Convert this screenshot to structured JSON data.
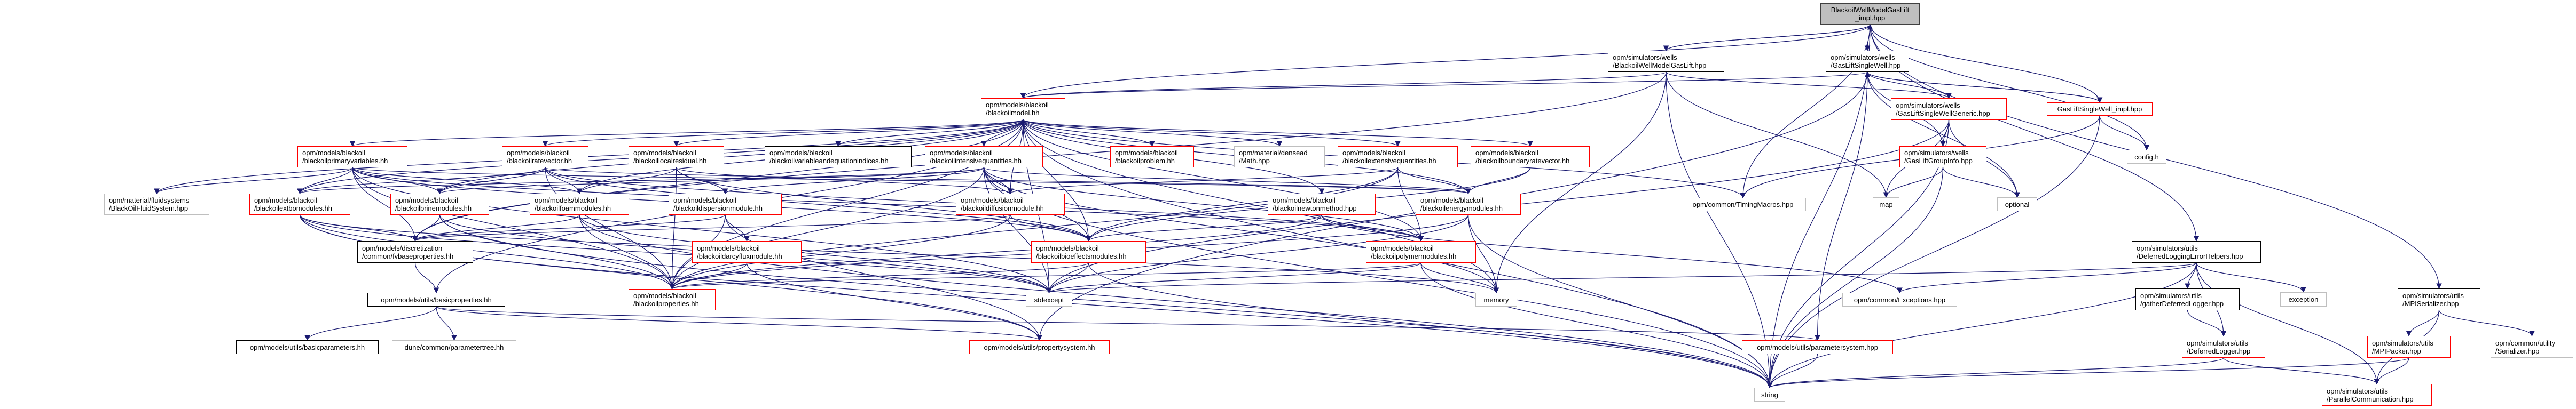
{
  "colors": {
    "edge": "#191970",
    "root_fill": "#bfbfbf",
    "red_border": "#ff0000",
    "black_border": "#000000",
    "gray_border": "#bfbfbf"
  },
  "nodes": [
    {
      "id": "root",
      "kind": "root",
      "label": [
        "BlackoilWellModelGasLift",
        "_impl.hpp"
      ]
    },
    {
      "id": "bwmgl",
      "kind": "black",
      "label": [
        "opm/simulators/wells",
        "/BlackoilWellModelGasLift.hpp"
      ]
    },
    {
      "id": "glsw",
      "kind": "black",
      "label": [
        "opm/simulators/wells",
        "/GasLiftSingleWell.hpp"
      ]
    },
    {
      "id": "blackoilmodel",
      "kind": "red",
      "label": [
        "opm/models/blackoil",
        "/blackoilmodel.hh"
      ]
    },
    {
      "id": "glswg",
      "kind": "red",
      "label": [
        "opm/simulators/wells",
        "/GasLiftSingleWellGeneric.hpp"
      ]
    },
    {
      "id": "glswimpl",
      "kind": "red",
      "label": [
        "GasLiftSingleWell_impl.hpp"
      ]
    },
    {
      "id": "primvars",
      "kind": "red",
      "label": [
        "opm/models/blackoil",
        "/blackoilprimaryvariables.hh"
      ]
    },
    {
      "id": "ratevec",
      "kind": "red",
      "label": [
        "opm/models/blackoil",
        "/blackoilratevector.hh"
      ]
    },
    {
      "id": "localres",
      "kind": "red",
      "label": [
        "opm/models/blackoil",
        "/blackoillocalresidual.hh"
      ]
    },
    {
      "id": "varidx",
      "kind": "black",
      "label": [
        "opm/models/blackoil",
        "/blackoilvariableandequationindices.hh"
      ]
    },
    {
      "id": "intquant",
      "kind": "red",
      "label": [
        "opm/models/blackoil",
        "/blackoilintensivequantities.hh"
      ]
    },
    {
      "id": "problem",
      "kind": "red",
      "label": [
        "opm/models/blackoil",
        "/blackoilproblem.hh"
      ]
    },
    {
      "id": "densead",
      "kind": "gray",
      "label": [
        "opm/material/densead",
        "/Math.hpp"
      ]
    },
    {
      "id": "extquant",
      "kind": "red",
      "label": [
        "opm/models/blackoil",
        "/blackoilextensivequantities.hh"
      ]
    },
    {
      "id": "bndrate",
      "kind": "red",
      "label": [
        "opm/models/blackoil",
        "/blackoilboundaryratevector.hh"
      ]
    },
    {
      "id": "glgi",
      "kind": "red",
      "label": [
        "opm/simulators/wells",
        "/GasLiftGroupInfo.hpp"
      ]
    },
    {
      "id": "config",
      "kind": "gray",
      "label": [
        "config.h"
      ]
    },
    {
      "id": "fluidsys",
      "kind": "gray",
      "label": [
        "opm/material/fluidsystems",
        "/BlackOilFluidSystem.hpp"
      ]
    },
    {
      "id": "extbo",
      "kind": "red",
      "label": [
        "opm/models/blackoil",
        "/blackoilextbomodules.hh"
      ]
    },
    {
      "id": "brine",
      "kind": "red",
      "label": [
        "opm/models/blackoil",
        "/blackoilbrinemodules.hh"
      ]
    },
    {
      "id": "foam",
      "kind": "red",
      "label": [
        "opm/models/blackoil",
        "/blackoilfoammodules.hh"
      ]
    },
    {
      "id": "dispersion",
      "kind": "red",
      "label": [
        "opm/models/blackoil",
        "/blackoildispersionmodule.hh"
      ]
    },
    {
      "id": "diffusion",
      "kind": "red",
      "label": [
        "opm/models/blackoil",
        "/blackoildiffusionmodule.hh"
      ]
    },
    {
      "id": "newton",
      "kind": "red",
      "label": [
        "opm/models/blackoil",
        "/blackoilnewtonmethod.hpp"
      ]
    },
    {
      "id": "energy",
      "kind": "red",
      "label": [
        "opm/models/blackoil",
        "/blackoilenergymodules.hh"
      ]
    },
    {
      "id": "timing",
      "kind": "gray",
      "label": [
        "opm/common/TimingMacros.hpp"
      ]
    },
    {
      "id": "map",
      "kind": "gray",
      "label": [
        "map"
      ]
    },
    {
      "id": "optional",
      "kind": "gray",
      "label": [
        "optional"
      ]
    },
    {
      "id": "fvbase",
      "kind": "black",
      "label": [
        "opm/models/discretization",
        "/common/fvbaseproperties.hh"
      ]
    },
    {
      "id": "darcy",
      "kind": "red",
      "label": [
        "opm/models/blackoil",
        "/blackoildarcyfluxmodule.hh"
      ]
    },
    {
      "id": "bioeff",
      "kind": "red",
      "label": [
        "opm/models/blackoil",
        "/blackoilbioeffectsmodules.hh"
      ]
    },
    {
      "id": "polymer",
      "kind": "red",
      "label": [
        "opm/models/blackoil",
        "/blackoilpolymermodules.hh"
      ]
    },
    {
      "id": "dleh",
      "kind": "black",
      "label": [
        "opm/simulators/utils",
        "/DeferredLoggingErrorHelpers.hpp"
      ]
    },
    {
      "id": "blackoilprops",
      "kind": "red",
      "label": [
        "opm/models/blackoil",
        "/blackoilproperties.hh"
      ]
    },
    {
      "id": "stdexcept",
      "kind": "gray",
      "label": [
        "stdexcept"
      ]
    },
    {
      "id": "memory",
      "kind": "gray",
      "label": [
        "memory"
      ]
    },
    {
      "id": "exceptions",
      "kind": "gray",
      "label": [
        "opm/common/Exceptions.hpp"
      ]
    },
    {
      "id": "basicprops",
      "kind": "black",
      "label": [
        "opm/models/utils/basicproperties.hh"
      ]
    },
    {
      "id": "gatherdl",
      "kind": "black",
      "label": [
        "opm/simulators/utils",
        "/gatherDeferredLogger.hpp"
      ]
    },
    {
      "id": "exception",
      "kind": "gray",
      "label": [
        "exception"
      ]
    },
    {
      "id": "mpiser",
      "kind": "black",
      "label": [
        "opm/simulators/utils",
        "/MPISerializer.hpp"
      ]
    },
    {
      "id": "basicparams",
      "kind": "black",
      "label": [
        "opm/models/utils/basicparameters.hh"
      ]
    },
    {
      "id": "paramtree",
      "kind": "gray",
      "label": [
        "dune/common/parametertree.hh"
      ]
    },
    {
      "id": "propsys",
      "kind": "red",
      "label": [
        "opm/models/utils/propertysystem.hh"
      ]
    },
    {
      "id": "paramsys",
      "kind": "red",
      "label": [
        "opm/models/utils/parametersystem.hpp"
      ]
    },
    {
      "id": "deflogger",
      "kind": "red",
      "label": [
        "opm/simulators/utils",
        "/DeferredLogger.hpp"
      ]
    },
    {
      "id": "mpipacker",
      "kind": "red",
      "label": [
        "opm/simulators/utils",
        "/MPIPacker.hpp"
      ]
    },
    {
      "id": "serializer",
      "kind": "gray",
      "label": [
        "opm/common/utility",
        "/Serializer.hpp"
      ]
    },
    {
      "id": "string",
      "kind": "gray",
      "label": [
        "string"
      ]
    },
    {
      "id": "parcomm",
      "kind": "red",
      "label": [
        "opm/simulators/utils",
        "/ParallelCommunication.hpp"
      ]
    }
  ],
  "edges": [
    [
      "root",
      "bwmgl"
    ],
    [
      "bwmgl",
      "root"
    ],
    [
      "root",
      "glsw"
    ],
    [
      "root",
      "blackoilmodel"
    ],
    [
      "root",
      "config"
    ],
    [
      "root",
      "dleh"
    ],
    [
      "root",
      "mpiser"
    ],
    [
      "root",
      "timing"
    ],
    [
      "root",
      "string"
    ],
    [
      "root",
      "glswimpl"
    ],
    [
      "bwmgl",
      "blackoilmodel"
    ],
    [
      "bwmgl",
      "glswg"
    ],
    [
      "bwmgl",
      "map"
    ],
    [
      "bwmgl",
      "memory"
    ],
    [
      "bwmgl",
      "string"
    ],
    [
      "bwmgl",
      "fvbase"
    ],
    [
      "glsw",
      "blackoilmodel"
    ],
    [
      "glsw",
      "glswg"
    ],
    [
      "glsw",
      "glgi"
    ],
    [
      "glsw",
      "glswimpl"
    ],
    [
      "glswimpl",
      "glsw"
    ],
    [
      "glsw",
      "optional"
    ],
    [
      "glsw",
      "propsys"
    ],
    [
      "glsw",
      "paramsys"
    ],
    [
      "glswimpl",
      "config"
    ],
    [
      "glswimpl",
      "string"
    ],
    [
      "glswimpl",
      "timing"
    ],
    [
      "glswg",
      "glgi"
    ],
    [
      "glswg",
      "optional"
    ],
    [
      "glswg",
      "map"
    ],
    [
      "glswg",
      "string"
    ],
    [
      "glswg",
      "stdexcept"
    ],
    [
      "glgi",
      "map"
    ],
    [
      "glgi",
      "optional"
    ],
    [
      "glgi",
      "string"
    ],
    [
      "blackoilmodel",
      "primvars"
    ],
    [
      "blackoilmodel",
      "ratevec"
    ],
    [
      "blackoilmodel",
      "localres"
    ],
    [
      "blackoilmodel",
      "varidx"
    ],
    [
      "blackoilmodel",
      "intquant"
    ],
    [
      "blackoilmodel",
      "problem"
    ],
    [
      "blackoilmodel",
      "densead"
    ],
    [
      "blackoilmodel",
      "extquant"
    ],
    [
      "blackoilmodel",
      "bndrate"
    ],
    [
      "blackoilmodel",
      "fluidsys"
    ],
    [
      "blackoilmodel",
      "extbo"
    ],
    [
      "blackoilmodel",
      "brine"
    ],
    [
      "blackoilmodel",
      "foam"
    ],
    [
      "blackoilmodel",
      "diffusion"
    ],
    [
      "blackoilmodel",
      "newton"
    ],
    [
      "blackoilmodel",
      "energy"
    ],
    [
      "blackoilmodel",
      "fvbase"
    ],
    [
      "blackoilmodel",
      "bioeff"
    ],
    [
      "blackoilmodel",
      "polymer"
    ],
    [
      "blackoilmodel",
      "blackoilprops"
    ],
    [
      "blackoilmodel",
      "stdexcept"
    ],
    [
      "blackoilmodel",
      "memory"
    ],
    [
      "blackoilmodel",
      "string"
    ],
    [
      "blackoilmodel",
      "timing"
    ],
    [
      "blackoilmodel",
      "basicprops"
    ],
    [
      "primvars",
      "fluidsys"
    ],
    [
      "primvars",
      "extbo"
    ],
    [
      "primvars",
      "brine"
    ],
    [
      "primvars",
      "foam"
    ],
    [
      "primvars",
      "energy"
    ],
    [
      "primvars",
      "polymer"
    ],
    [
      "primvars",
      "bioeff"
    ],
    [
      "primvars",
      "fvbase"
    ],
    [
      "primvars",
      "blackoilprops"
    ],
    [
      "primvars",
      "stdexcept"
    ],
    [
      "ratevec",
      "foam"
    ],
    [
      "ratevec",
      "extbo"
    ],
    [
      "ratevec",
      "brine"
    ],
    [
      "ratevec",
      "energy"
    ],
    [
      "ratevec",
      "bioeff"
    ],
    [
      "ratevec",
      "polymer"
    ],
    [
      "ratevec",
      "blackoilprops"
    ],
    [
      "localres",
      "foam"
    ],
    [
      "localres",
      "dispersion"
    ],
    [
      "localres",
      "diffusion"
    ],
    [
      "localres",
      "bioeff"
    ],
    [
      "localres",
      "blackoilprops"
    ],
    [
      "intquant",
      "extbo"
    ],
    [
      "intquant",
      "brine"
    ],
    [
      "intquant",
      "diffusion"
    ],
    [
      "intquant",
      "dispersion"
    ],
    [
      "intquant",
      "bioeff"
    ],
    [
      "intquant",
      "energy"
    ],
    [
      "intquant",
      "polymer"
    ],
    [
      "intquant",
      "blackoilprops"
    ],
    [
      "intquant",
      "stdexcept"
    ],
    [
      "intquant",
      "memory"
    ],
    [
      "intquant",
      "string"
    ],
    [
      "extquant",
      "diffusion"
    ],
    [
      "extquant",
      "energy"
    ],
    [
      "extquant",
      "bioeff"
    ],
    [
      "extquant",
      "polymer"
    ],
    [
      "extquant",
      "blackoilprops"
    ],
    [
      "bndrate",
      "energy"
    ],
    [
      "bndrate",
      "bioeff"
    ],
    [
      "newton",
      "bioeff"
    ],
    [
      "newton",
      "polymer"
    ],
    [
      "newton",
      "blackoilprops"
    ],
    [
      "newton",
      "exceptions"
    ],
    [
      "extbo",
      "fvbase"
    ],
    [
      "extbo",
      "blackoilprops"
    ],
    [
      "extbo",
      "stdexcept"
    ],
    [
      "extbo",
      "string"
    ],
    [
      "extbo",
      "memory"
    ],
    [
      "extbo",
      "propsys"
    ],
    [
      "brine",
      "fvbase"
    ],
    [
      "brine",
      "blackoilprops"
    ],
    [
      "brine",
      "stdexcept"
    ],
    [
      "brine",
      "string"
    ],
    [
      "foam",
      "fvbase"
    ],
    [
      "foam",
      "blackoilprops"
    ],
    [
      "foam",
      "stdexcept"
    ],
    [
      "foam",
      "string"
    ],
    [
      "dispersion",
      "darcy"
    ],
    [
      "dispersion",
      "fvbase"
    ],
    [
      "dispersion",
      "blackoilprops"
    ],
    [
      "dispersion",
      "propsys"
    ],
    [
      "darcy",
      "blackoilprops"
    ],
    [
      "darcy",
      "propsys"
    ],
    [
      "diffusion",
      "bioeff"
    ],
    [
      "diffusion",
      "blackoilprops"
    ],
    [
      "diffusion",
      "fvbase"
    ],
    [
      "energy",
      "blackoilprops"
    ],
    [
      "energy",
      "stdexcept"
    ],
    [
      "energy",
      "memory"
    ],
    [
      "energy",
      "string"
    ],
    [
      "bioeff",
      "blackoilprops"
    ],
    [
      "bioeff",
      "stdexcept"
    ],
    [
      "bioeff",
      "string"
    ],
    [
      "polymer",
      "blackoilprops"
    ],
    [
      "polymer",
      "stdexcept"
    ],
    [
      "polymer",
      "memory"
    ],
    [
      "polymer",
      "string"
    ],
    [
      "fvbase",
      "basicprops"
    ],
    [
      "basicprops",
      "basicparams"
    ],
    [
      "basicprops",
      "paramtree"
    ],
    [
      "basicprops",
      "propsys"
    ],
    [
      "basicprops",
      "paramsys"
    ],
    [
      "paramsys",
      "string"
    ],
    [
      "dleh",
      "exceptions"
    ],
    [
      "dleh",
      "gatherdl"
    ],
    [
      "dleh",
      "deflogger"
    ],
    [
      "dleh",
      "exception"
    ],
    [
      "dleh",
      "parcomm"
    ],
    [
      "dleh",
      "string"
    ],
    [
      "dleh",
      "stdexcept"
    ],
    [
      "gatherdl",
      "deflogger"
    ],
    [
      "deflogger",
      "parcomm"
    ],
    [
      "deflogger",
      "string"
    ],
    [
      "mpiser",
      "mpipacker"
    ],
    [
      "mpiser",
      "serializer"
    ],
    [
      "mpiser",
      "parcomm"
    ],
    [
      "mpipacker",
      "parcomm"
    ],
    [
      "mpipacker",
      "string"
    ]
  ]
}
